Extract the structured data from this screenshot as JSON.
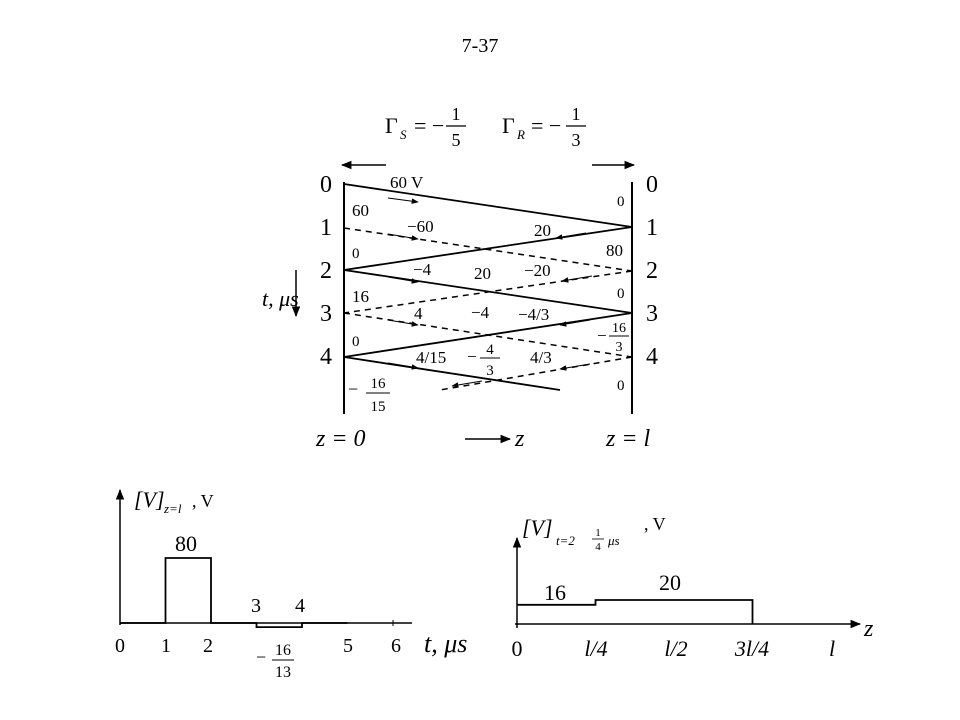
{
  "page": {
    "number": "7-37"
  },
  "gammas": {
    "s_symbol": "Γ",
    "s_sub": "S",
    "s_sign": "= −",
    "s_num": "1",
    "s_den": "5",
    "r_symbol": "Γ",
    "r_sub": "R",
    "r_sign": "= −",
    "r_num": "1",
    "r_den": "3"
  },
  "bounce": {
    "time_labels_left": [
      "0",
      "1",
      "2",
      "3",
      "4"
    ],
    "time_labels_right": [
      "0",
      "1",
      "2",
      "3",
      "4"
    ],
    "time_axis_label": "t, μs",
    "z0_label": "z = 0",
    "zl_label": "z = l",
    "z_arrow_label": "z",
    "source_voltage": "60 V",
    "left_values": [
      "60",
      "0",
      "16",
      "0"
    ],
    "left_final": {
      "sign": "−",
      "num": "16",
      "den": "15"
    },
    "right_values": [
      "0",
      "80",
      "0",
      "0"
    ],
    "right_frac": {
      "sign": "−",
      "num": "16",
      "den": "3"
    },
    "wave_labels": {
      "w1": "−60",
      "w2": "20",
      "w3": "−4",
      "w4": "20",
      "w5": "−20",
      "w6": "4",
      "w7": "−4",
      "w8": "−4/3",
      "w9": "4/15",
      "w10": "4/3"
    },
    "mid_frac": {
      "sign": "−",
      "num": "4",
      "den": "3"
    }
  },
  "plot_left": {
    "ylabel_main": "[V]",
    "ylabel_sub": "z=l",
    "ylabel_unit": ", V",
    "xlabel": "t, μs",
    "x_ticks": [
      "0",
      "1",
      "2",
      "3",
      "4",
      "5",
      "6"
    ],
    "pulse_value": "80",
    "neg_value": {
      "sign": "−",
      "num": "16",
      "den": "13"
    },
    "chart_data": {
      "type": "line",
      "x": [
        0,
        1,
        1,
        2,
        2,
        3,
        3,
        4,
        4,
        5
      ],
      "y": [
        0,
        0,
        80,
        80,
        0,
        0,
        -5,
        -5,
        0,
        0
      ]
    }
  },
  "plot_right": {
    "ylabel_main": "[V]",
    "ylabel_sub": "t=2",
    "ylabel_frac": {
      "num": "1",
      "den": "4"
    },
    "ylabel_sub_unit": "μs",
    "ylabel_unit": ", V",
    "xlabel": "z",
    "x_ticks": [
      "0",
      "l/4",
      "l/2",
      "3l/4",
      "l"
    ],
    "values": [
      "16",
      "20"
    ],
    "chart_data": {
      "type": "line",
      "x": [
        0,
        0.25,
        0.25,
        0.75,
        0.75
      ],
      "y": [
        16,
        16,
        20,
        20,
        0
      ]
    }
  }
}
